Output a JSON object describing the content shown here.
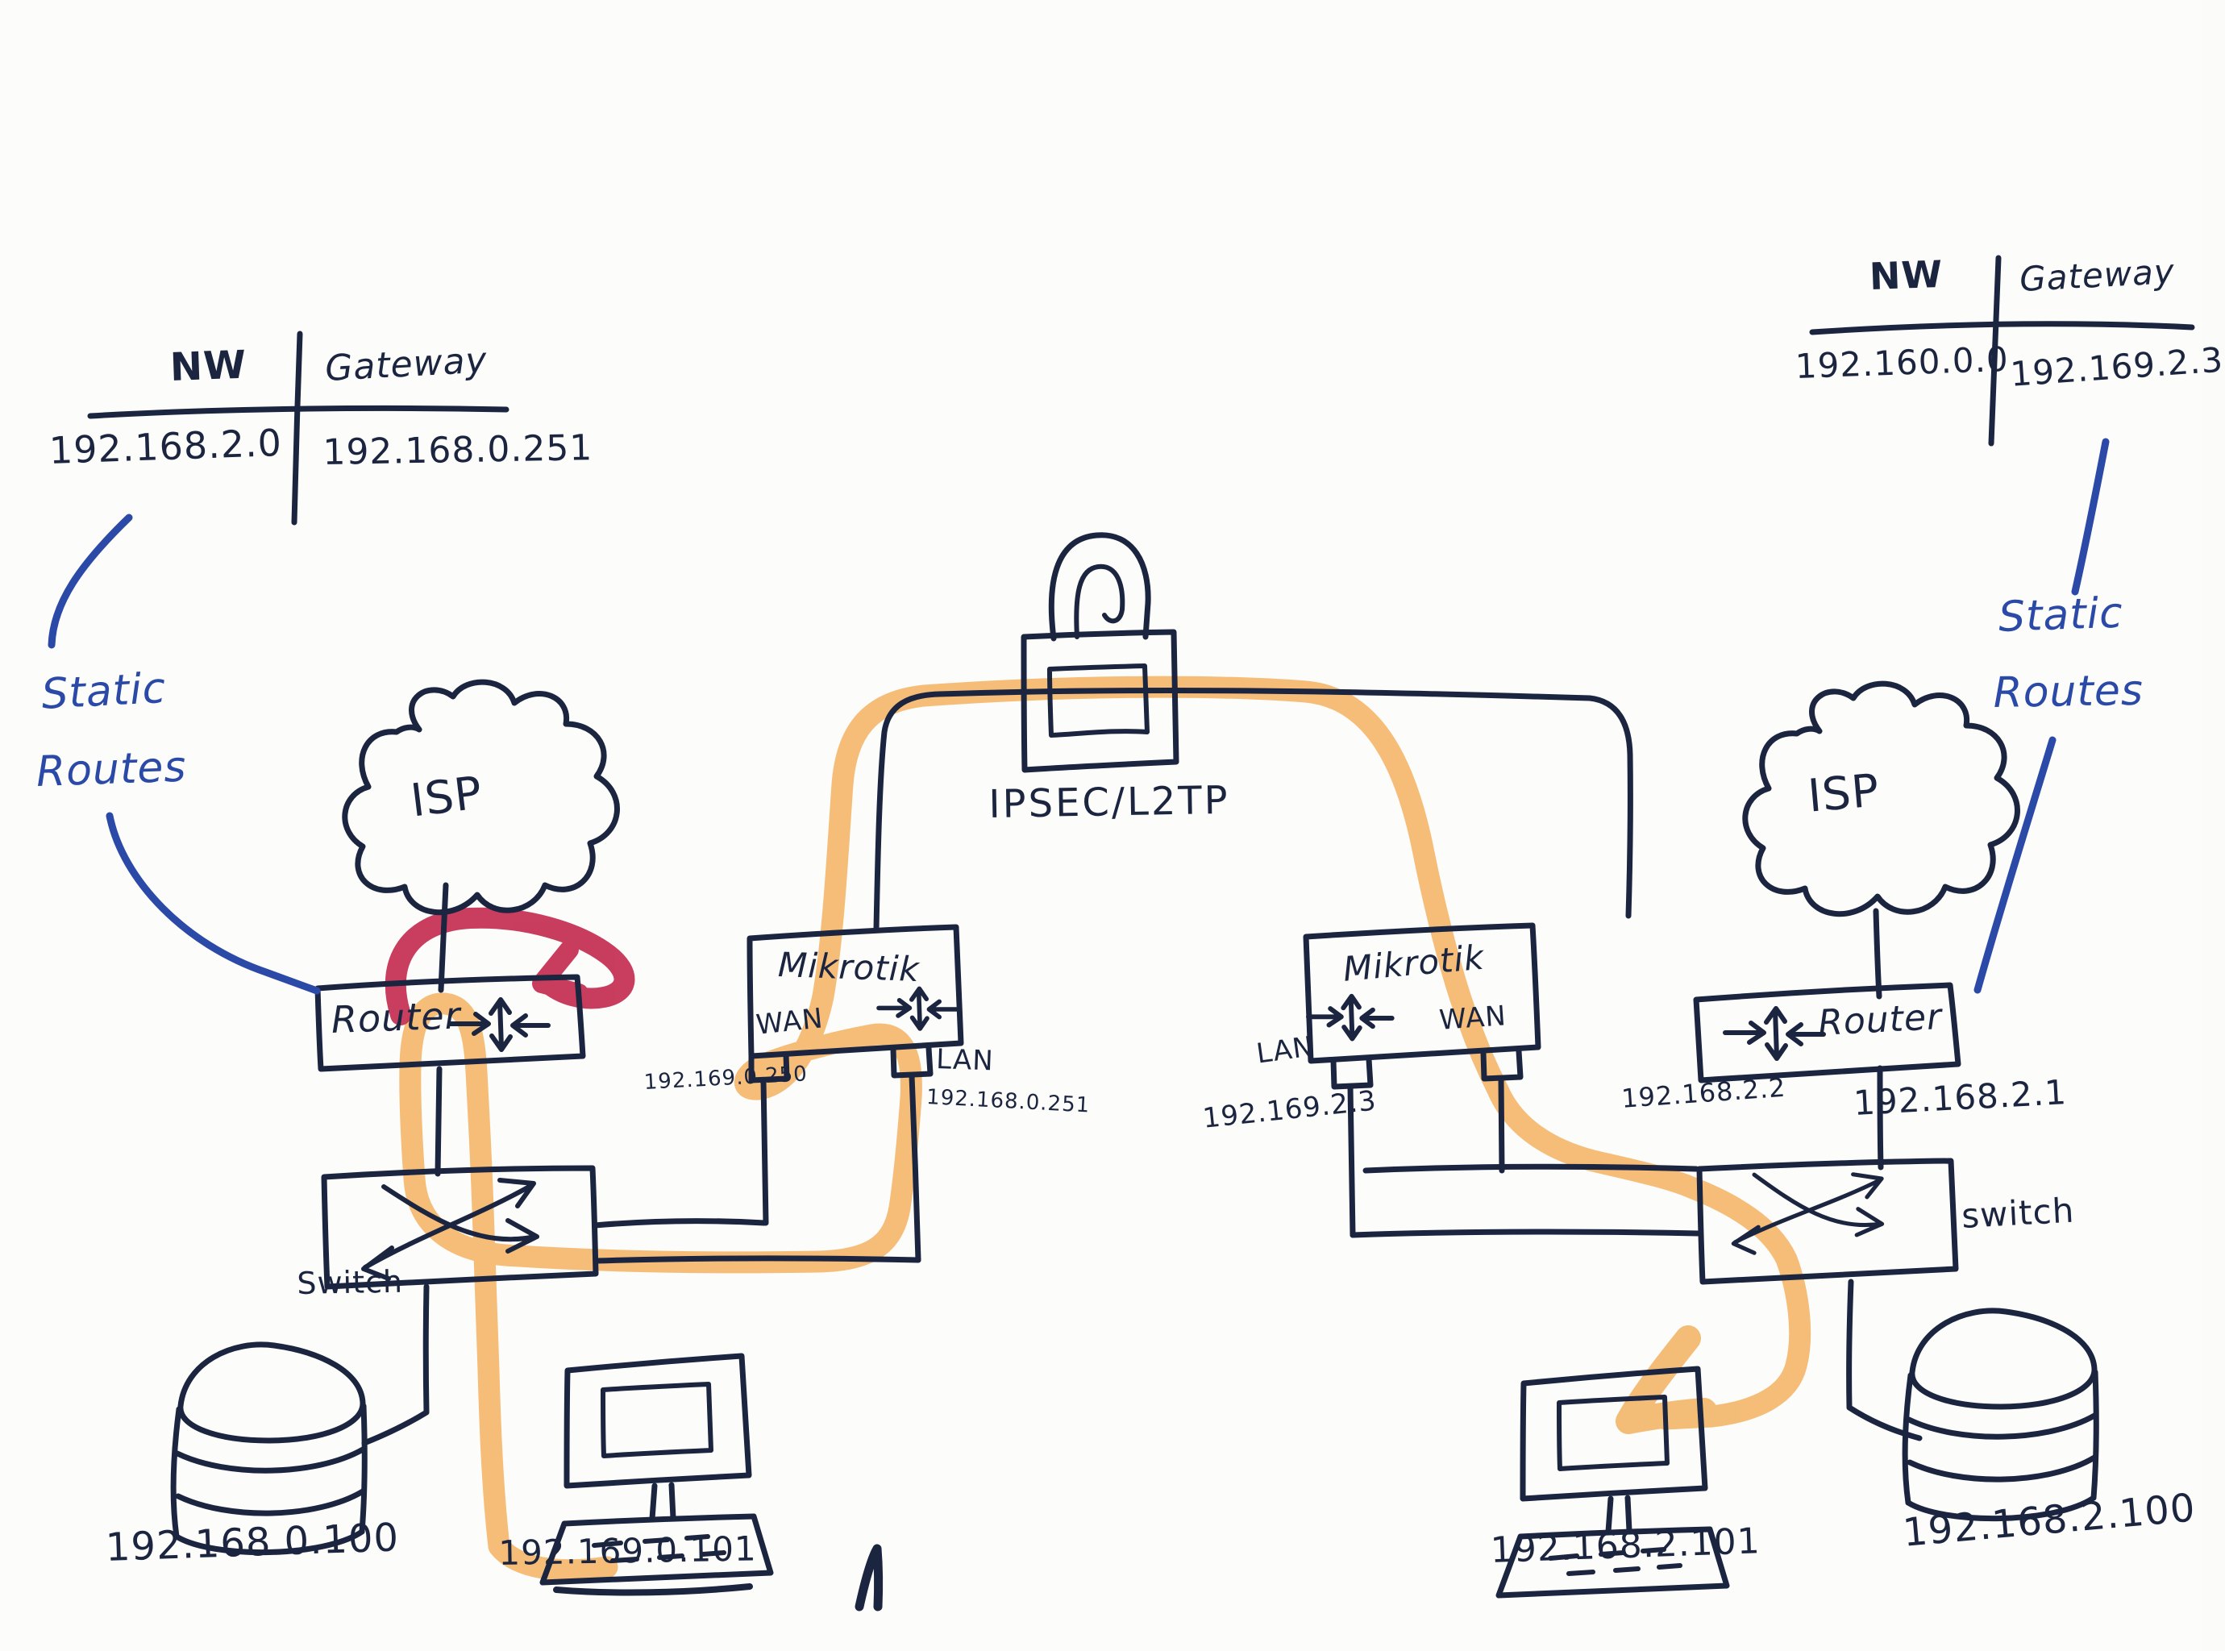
{
  "palette": {
    "ink": "#1b2540",
    "annotation_blue": "#2b4aa8",
    "loop_red": "#c52f53",
    "highlight_orange": "#f2a545"
  },
  "tunnel": {
    "label": "IPSEC/L2TP"
  },
  "left_site": {
    "routing_table": {
      "col_nw": "NW",
      "col_gateway": "Gateway",
      "row": {
        "nw": "192.168.2.0",
        "gateway": "192.168.0.251"
      }
    },
    "static_routes_line1": "Static",
    "static_routes_line2": "Routes",
    "isp": "ISP",
    "router": "Router",
    "switch": "Switch",
    "mikrotik": {
      "name": "Mikrotik",
      "wan": "WAN",
      "lan": "LAN",
      "wan_ip": "192.169.0.250",
      "lan_ip": "192.168.0.251"
    },
    "server_ip": "192.168.0.100",
    "pc_ip": "192.169.0.101"
  },
  "right_site": {
    "routing_table": {
      "col_nw": "NW",
      "col_gateway": "Gateway",
      "row": {
        "nw": "192.160.0.0",
        "gateway": "192.169.2.3"
      }
    },
    "static_routes_line1": "Static",
    "static_routes_line2": "Routes",
    "isp": "ISP",
    "router": "Router",
    "router_ip": "192.168.2.1",
    "switch": "switch",
    "mikrotik": {
      "name": "Mikrotik",
      "wan": "WAN",
      "lan": "LAN",
      "lan_ip": "192.169.2.3",
      "wan_ip": "192.168.2.2"
    },
    "pc_ip": "192.168.2.101",
    "server_ip": "192.168.2.100"
  },
  "icons": {
    "padlock": "padlock-icon",
    "router_symbol": "converging-arrows-icon",
    "switch_symbol": "crossed-arrows-icon",
    "cloud": "isp-cloud",
    "red_loop": "loopback-arrow",
    "orange_path": "highlighted-packet-path"
  }
}
